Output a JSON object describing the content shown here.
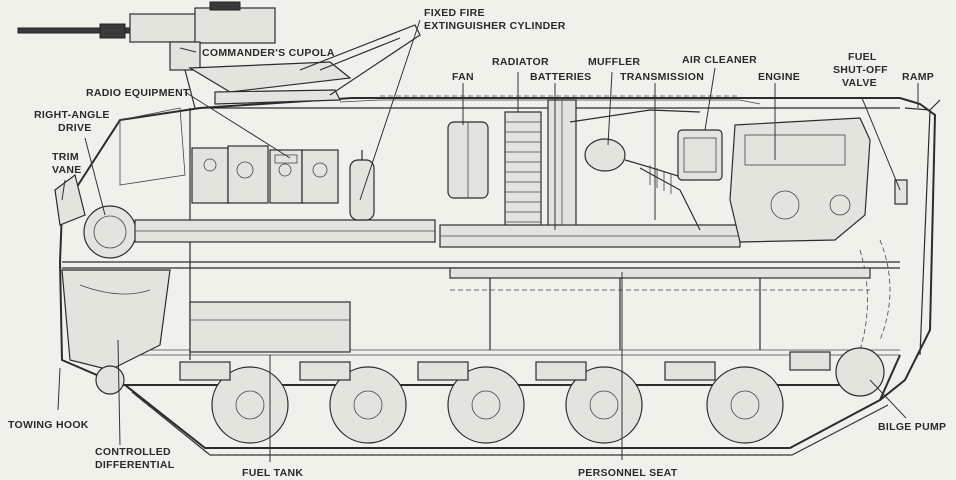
{
  "labels": {
    "commanders_cupola": "COMMANDER'S CUPOLA",
    "fixed_fire_1": "FIXED FIRE",
    "fixed_fire_2": "EXTINGUISHER CYLINDER",
    "radio_equipment": "RADIO EQUIPMENT",
    "right_angle_1": "RIGHT-ANGLE",
    "right_angle_2": "DRIVE",
    "trim_vane_1": "TRIM",
    "trim_vane_2": "VANE",
    "fan": "FAN",
    "radiator": "RADIATOR",
    "batteries": "BATTERIES",
    "muffler": "MUFFLER",
    "transmission": "TRANSMISSION",
    "air_cleaner": "AIR CLEANER",
    "engine": "ENGINE",
    "fuel_shutoff_1": "FUEL",
    "fuel_shutoff_2": "SHUT-OFF",
    "fuel_shutoff_3": "VALVE",
    "ramp": "RAMP",
    "towing_hook": "TOWING HOOK",
    "controlled_diff_1": "CONTROLLED",
    "controlled_diff_2": "DIFFERENTIAL",
    "fuel_tank": "FUEL TANK",
    "personnel_seat": "PERSONNEL SEAT",
    "bilge_pump": "BILGE PUMP"
  }
}
